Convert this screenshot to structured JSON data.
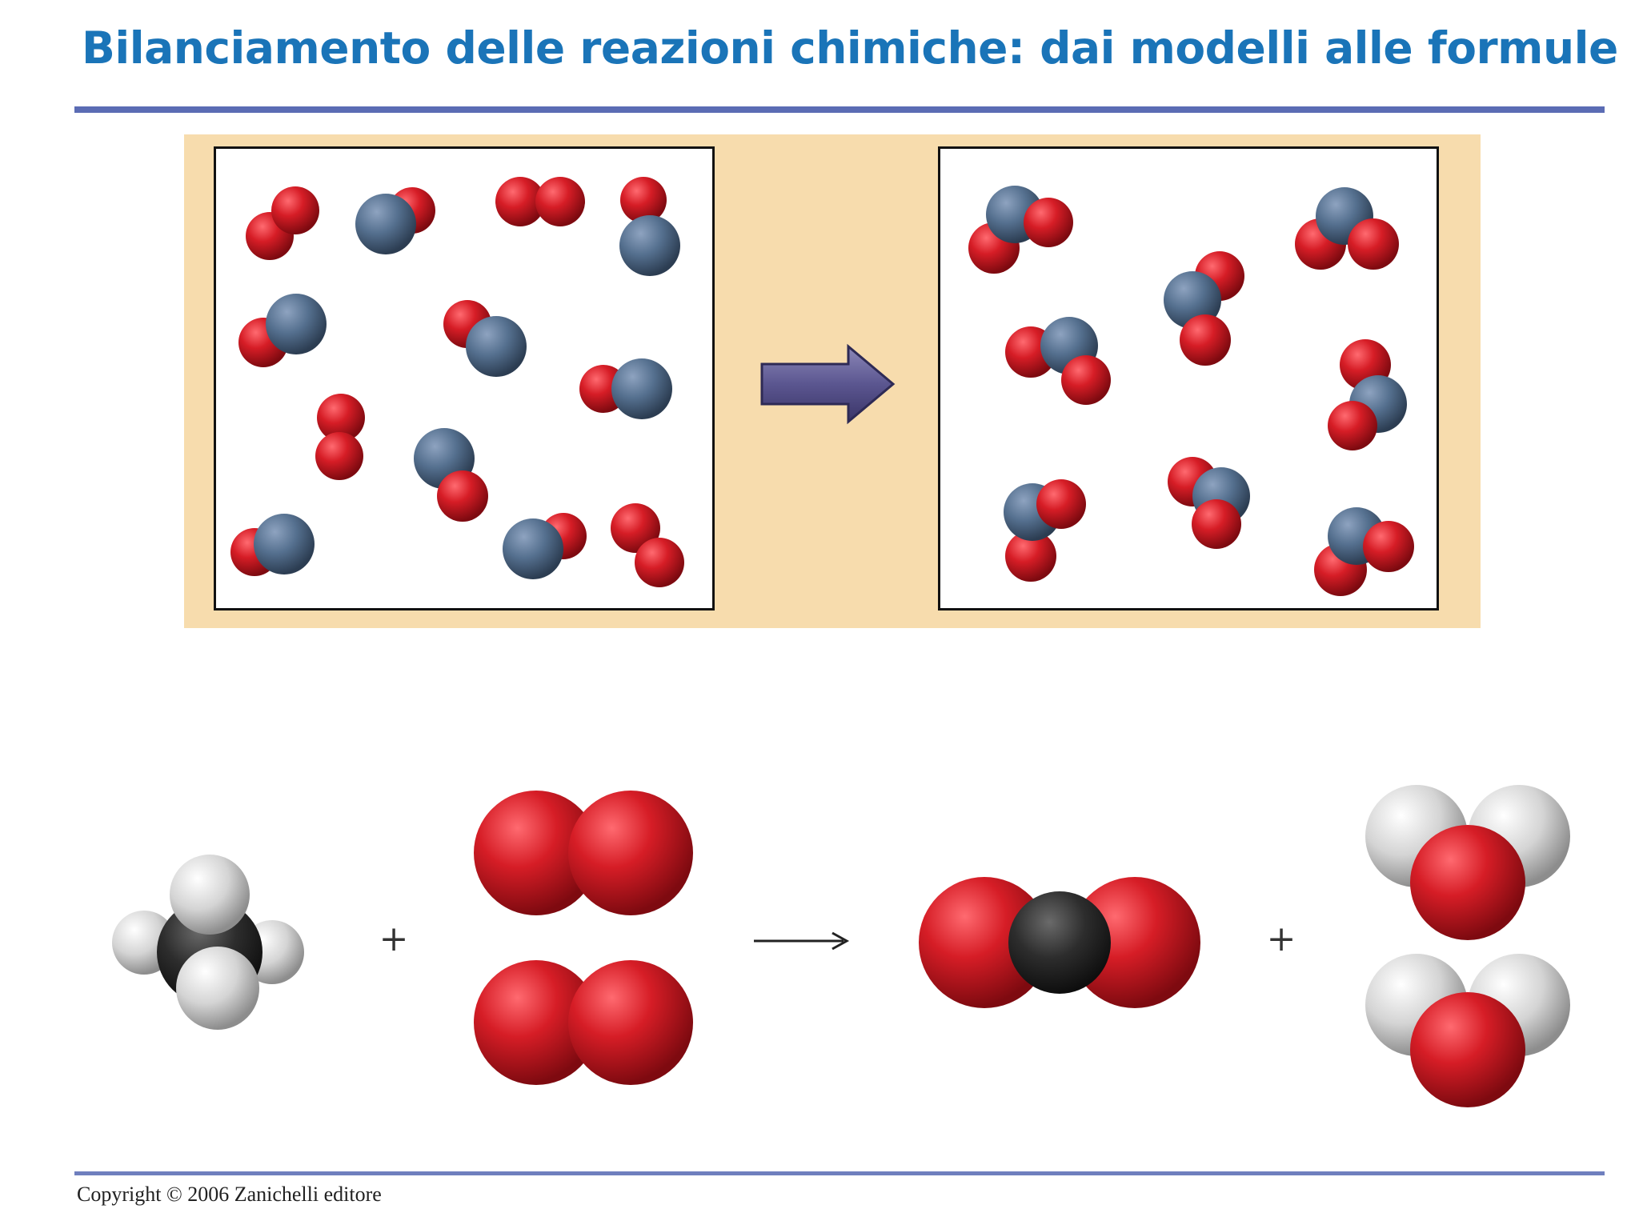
{
  "slide": {
    "title": "Bilanciamento delle reazioni chimiche: dai modelli alle formule",
    "copyright": "Copyright © 2006 Zanichelli editore"
  },
  "colors": {
    "title": "#1a74b8",
    "rule": "#5b6cb4",
    "panel_background": "#f7dcad",
    "oxygen": "#c8141e",
    "nitrogen": "#52708f",
    "carbon": "#2b2b2b",
    "hydrogen": "#d6d6d6",
    "arrow": "#5f5a92"
  },
  "icons": {
    "reaction_arrow": "block-arrow-right",
    "equation_arrow": "thin-arrow-right"
  },
  "equation": {
    "plus": "+"
  }
}
